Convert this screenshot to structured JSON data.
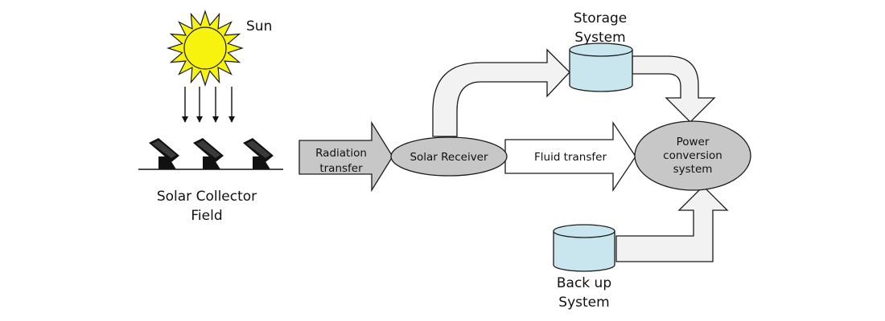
{
  "labels": {
    "sun": "Sun",
    "collector_line1": "Solar Collector",
    "collector_line2": "Field",
    "radiation_line1": "Radiation",
    "radiation_line2": "transfer",
    "receiver": "Solar Receiver",
    "fluid_transfer": "Fluid transfer",
    "power_line1": "Power",
    "power_line2": "conversion",
    "power_line3": "system",
    "storage_line1": "Storage",
    "storage_line2": "System",
    "backup_line1": "Back up",
    "backup_line2": "System"
  },
  "colors": {
    "sun_fill": "#f7f20e",
    "ellipse_fill": "#c7c7c7",
    "radiation_arrow_fill": "#c7c7c7",
    "flow_arrow_fill": "#f2f2f2",
    "tank_fill": "#c9e6ef",
    "panel": "#111111",
    "stroke": "#1a1a1a"
  },
  "icons": {
    "sun": "sun-icon",
    "solar_panel": "solar-panel-icon",
    "tank": "cylinder-tank-icon"
  }
}
